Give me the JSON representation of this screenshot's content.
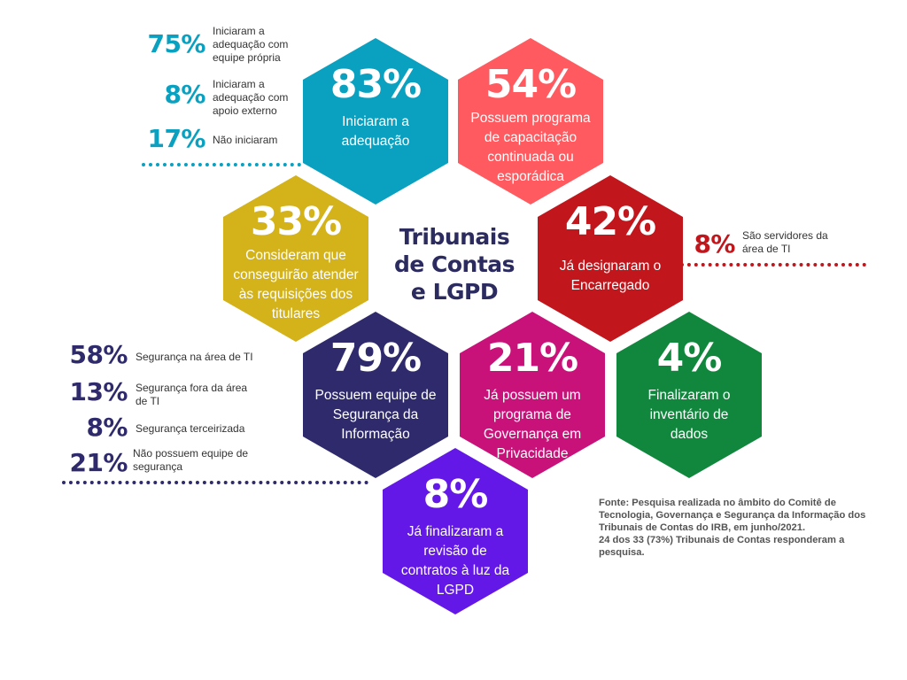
{
  "title": "Tribunais\nde Contas\ne LGPD",
  "colors": {
    "cyan": "#0aa0c0",
    "coral": "#ff5a5f",
    "mustard": "#d3b21a",
    "red": "#c0161c",
    "navy": "#2e2a6c",
    "magenta": "#c8127a",
    "green": "#11873e",
    "violet": "#6318e8"
  },
  "hexes": {
    "h83": {
      "pct": "83%",
      "desc": "Iniciaram a\nadequação"
    },
    "h54": {
      "pct": "54%",
      "desc": "Possuem programa\nde capacitação\ncontinuada ou\nesporádica"
    },
    "h33": {
      "pct": "33%",
      "desc": "Consideram que\nconseguirão atender\nàs requisições dos\ntitulares"
    },
    "h42": {
      "pct": "42%",
      "desc": "Já designaram o\nEncarregado"
    },
    "h79": {
      "pct": "79%",
      "desc": "Possuem equipe de\nSegurança da\nInformação"
    },
    "h21": {
      "pct": "21%",
      "desc": "Já possuem um\nprograma de\nGovernança em\nPrivacidade"
    },
    "h4": {
      "pct": "4%",
      "desc": "Finalizaram o\ninventário de\ndados"
    },
    "h8": {
      "pct": "8%",
      "desc": "Já finalizaram a\nrevisão de\ncontratos à luz da\nLGPD"
    }
  },
  "adequacao_stats": [
    {
      "num": "75%",
      "label": "Iniciaram a\nadequação com\nequipe própria"
    },
    {
      "num": "8%",
      "label": "Iniciaram a\nadequação com\napoio externo"
    },
    {
      "num": "17%",
      "label": "Não iniciaram"
    }
  ],
  "encarregado_stat": {
    "num": "8%",
    "label": "São servidores da\nárea de TI"
  },
  "seguranca_stats": [
    {
      "num": "58%",
      "label": "Segurança na área de TI"
    },
    {
      "num": "13%",
      "label": "Segurança fora da área\nde TI"
    },
    {
      "num": "8%",
      "label": "Segurança terceirizada"
    },
    {
      "num": "21%",
      "label": "Não possuem equipe de\nsegurança"
    }
  ],
  "source": "Fonte: Pesquisa realizada no âmbito do Comitê de\nTecnologia, Governança e Segurança da Informação dos\nTribunais de Contas do IRB, em junho/2021.\n24 dos 33 (73%) Tribunais de Contas responderam a\npesquisa."
}
